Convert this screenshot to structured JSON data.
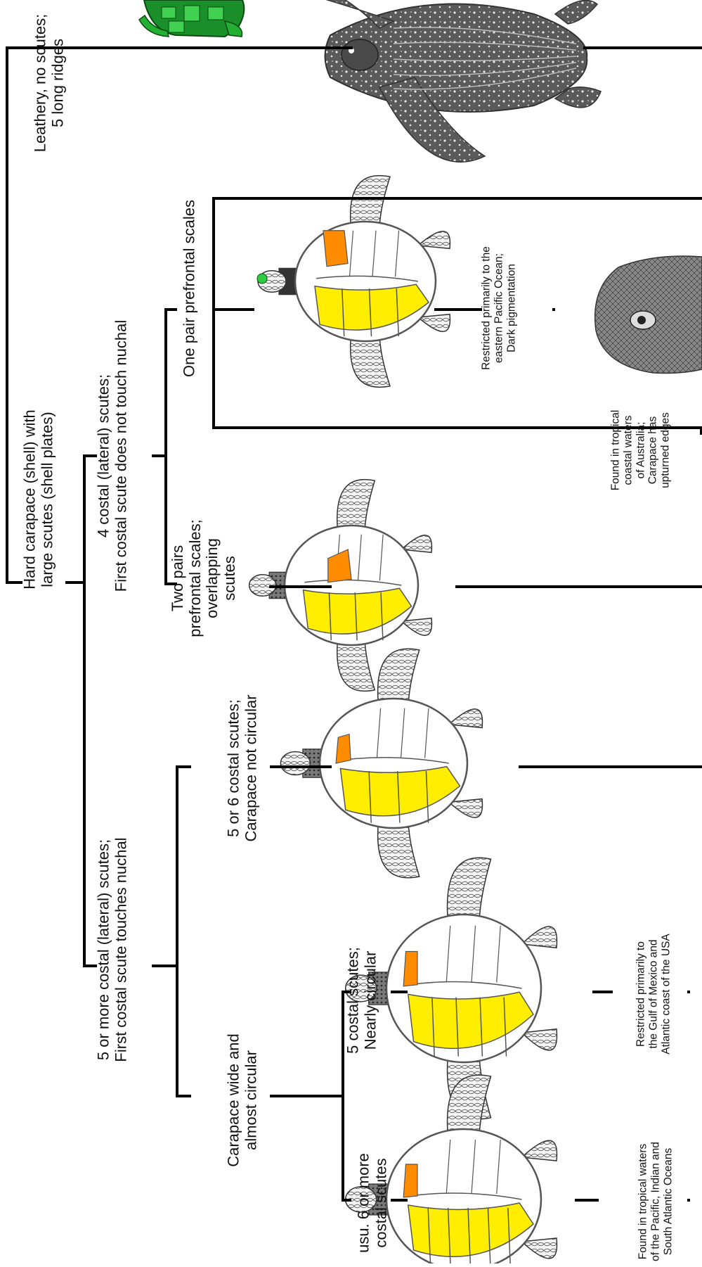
{
  "diagram": {
    "labels": {
      "leathery": "Leathery, no scutes;\n5 long ridges",
      "hard_carapace": "Hard carapace (shell) with\nlarge scutes (shell plates)",
      "four_costal": "4 costal (lateral) scutes;\nFirst costal scute does not touch nuchal",
      "five_plus_costal": "5 or more costal (lateral) scutes;\nFirst costal scute touches nuchal",
      "one_pair_prefrontal": "One pair prefrontal scales",
      "two_pairs_prefrontal": "Two pairs\nprefrontal scales;\noverlapping\nscutes",
      "five_or_six": "5 or 6 costal scutes;\nCarapace not circular",
      "wide_circular": "Carapace wide and\nalmost circular",
      "five_costal_circular": "5 costal scutes;\nNearly circular",
      "six_or_more": "usu. 6 or more\ncostal scutes"
    },
    "notes": {
      "eastern_pacific": "Restricted primarily to the\neastern Pacific Ocean;\nDark pigmentation",
      "australia": "Found in tropical\ncoastal waters\nof Australia;\nCarapace has\nupturned edges",
      "gulf_mexico": "Restricted primarily to\nthe Gulf of Mexico and\nAtlantic coast of the USA",
      "tropical_waters": "Found in tropical waters\nof the Pacific, Indian and\nSouth Atlantic Oceans"
    },
    "colors": {
      "line": "#000000",
      "shell_outline": "#555555",
      "highlight_yellow": "#ffee00",
      "highlight_orange": "#ff8c00",
      "head_green": "#2ecc40",
      "leatherback_gray": "#555555",
      "flipper_fill": "#dcdcdc"
    },
    "icons": {
      "leatherback": "leatherback-turtle-illustration",
      "green_fragment": "green-turtle-fragment",
      "head_sketch": "turtle-head-sketch",
      "turtle": "sea-turtle-top-view"
    }
  }
}
